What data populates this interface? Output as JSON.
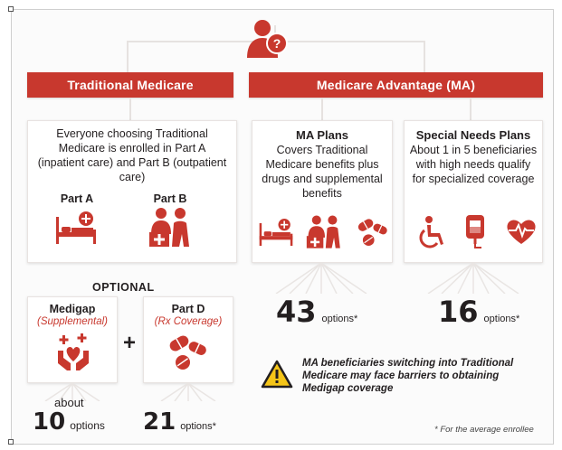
{
  "colors": {
    "accent": "#c8382e",
    "text": "#231f20"
  },
  "header_icon": "person-question-icon",
  "traditional": {
    "banner": "Traditional Medicare",
    "description": "Everyone choosing Traditional Medicare is enrolled in Part A (inpatient care) and Part B (outpatient care)",
    "part_a": {
      "label": "Part A",
      "icon": "hospital-bed-icon"
    },
    "part_b": {
      "label": "Part B",
      "icon": "doctor-patient-icon"
    },
    "optional_label": "OPTIONAL",
    "medigap": {
      "title": "Medigap",
      "subtitle": "(Supplemental)",
      "icon": "hands-care-icon",
      "prefix": "about",
      "count": "10",
      "unit": "options"
    },
    "plus": "+",
    "part_d": {
      "title": "Part D",
      "subtitle": "(Rx Coverage)",
      "icon": "pills-icon",
      "count": "21",
      "unit": "options*"
    }
  },
  "ma": {
    "banner": "Medicare Advantage (MA)",
    "plans": {
      "title": "MA Plans",
      "description": "Covers Traditional Medicare benefits plus drugs and supplemental benefits",
      "icons": [
        "hospital-bed-icon",
        "doctor-patient-icon",
        "pills-icon"
      ],
      "count": "43",
      "unit": "options*"
    },
    "special": {
      "title": "Special Needs Plans",
      "description": "About 1 in 5 beneficiaries with high needs qualify for specialized coverage",
      "icons": [
        "wheelchair-icon",
        "iv-bag-icon",
        "heart-pulse-icon"
      ],
      "count": "16",
      "unit": "options*"
    },
    "warning": {
      "icon": "warning-icon",
      "text": "MA beneficiaries switching into Traditional Medicare may face barriers to obtaining Medigap coverage"
    }
  },
  "footnote": "* For the average enrollee"
}
